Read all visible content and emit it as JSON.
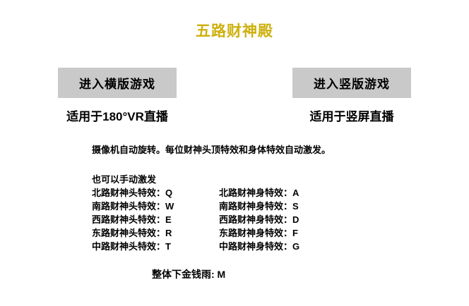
{
  "page": {
    "title": "五路财神殿"
  },
  "colors": {
    "title_gold": "#CDB00C",
    "button_gray": "#C9C9C9",
    "background": "#FFFFFF",
    "text": "#000000"
  },
  "buttons": {
    "horizontal": {
      "label": "进入横版游戏",
      "subtitle": "适用于180°VR直播"
    },
    "vertical": {
      "label": "进入竖版游戏",
      "subtitle": "适用于竖屏直播"
    }
  },
  "instructions": {
    "auto": "摄像机自动旋转。每位财神头顶特效和身体特效自动激发。",
    "manual_intro": "也可以手动激发"
  },
  "hotkeys": {
    "rows": [
      {
        "left": "北路财神头特效：Q",
        "right": "北路财神身特效：A"
      },
      {
        "left": "南路财神头特效：W",
        "right": "南路财神身特效：S"
      },
      {
        "left": "西路财神头特效：E",
        "right": "西路财神身特效：D"
      },
      {
        "left": "东路财神头特效：R",
        "right": "东路财神身特效：F"
      },
      {
        "left": "中路财神头特效：T",
        "right": "中路财神身特效：G"
      }
    ]
  },
  "footer": {
    "money_rain": "整体下金钱雨: M"
  }
}
